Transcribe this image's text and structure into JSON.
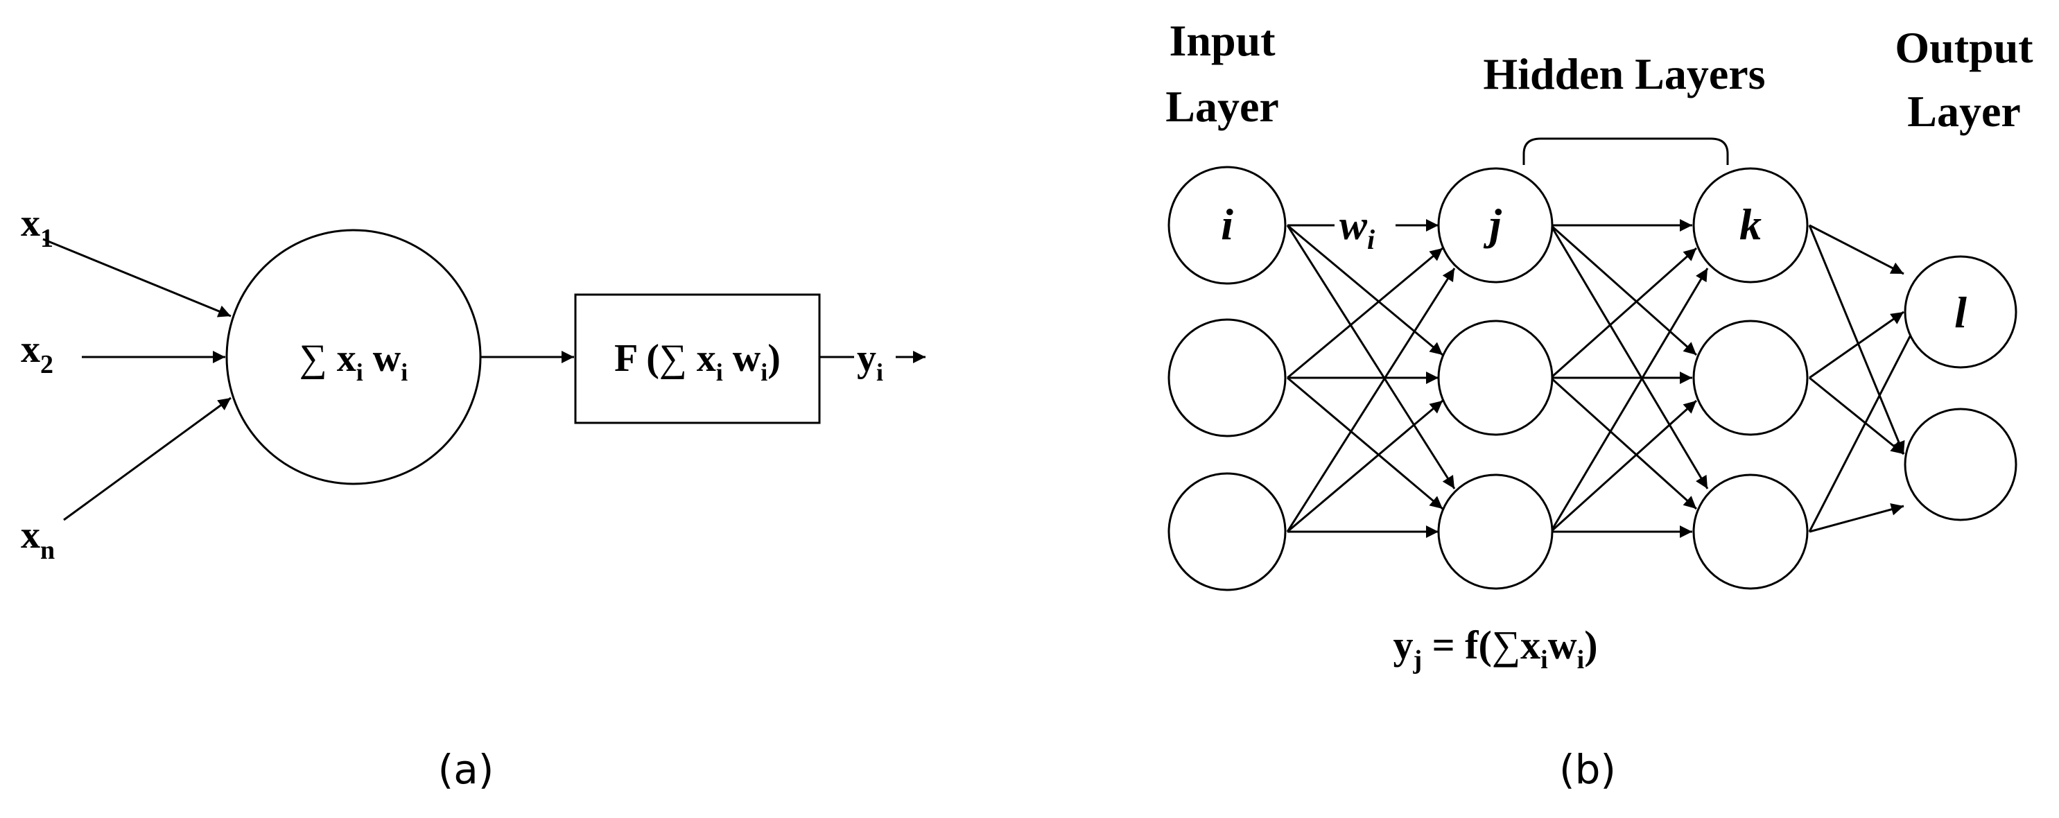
{
  "panel_a": {
    "caption": "(a)",
    "inputs": {
      "x1": {
        "base": "x",
        "sub": "1"
      },
      "x2": {
        "base": "x",
        "sub": "2"
      },
      "xn": {
        "base": "x",
        "sub": "n"
      }
    },
    "sum_node": {
      "sigma": "∑",
      "x": "x",
      "x_sub": "i",
      "w": "w",
      "w_sub": "i"
    },
    "activation_box": {
      "prefix": "F (",
      "sigma": "∑",
      "x": "x",
      "x_sub": "i",
      "w": "w",
      "w_sub": "i",
      "suffix": ")"
    },
    "output": {
      "base": "y",
      "sub": "i"
    }
  },
  "panel_b": {
    "caption": "(b)",
    "layer_titles": {
      "input_line1": "Input",
      "input_line2": "Layer",
      "hidden": "Hidden Layers",
      "output_line1": "Output",
      "output_line2": "Layer"
    },
    "node_labels": {
      "i": "i",
      "j": "j",
      "k": "k",
      "l": "l"
    },
    "weight_label": {
      "base": "w",
      "sub": "i"
    },
    "equation": {
      "y": "y",
      "y_sub": "j",
      "eq": " = f(",
      "sigma": "∑",
      "x": "x",
      "x_sub": "i",
      "w": "w",
      "w_sub": "i",
      "close": ")"
    }
  }
}
